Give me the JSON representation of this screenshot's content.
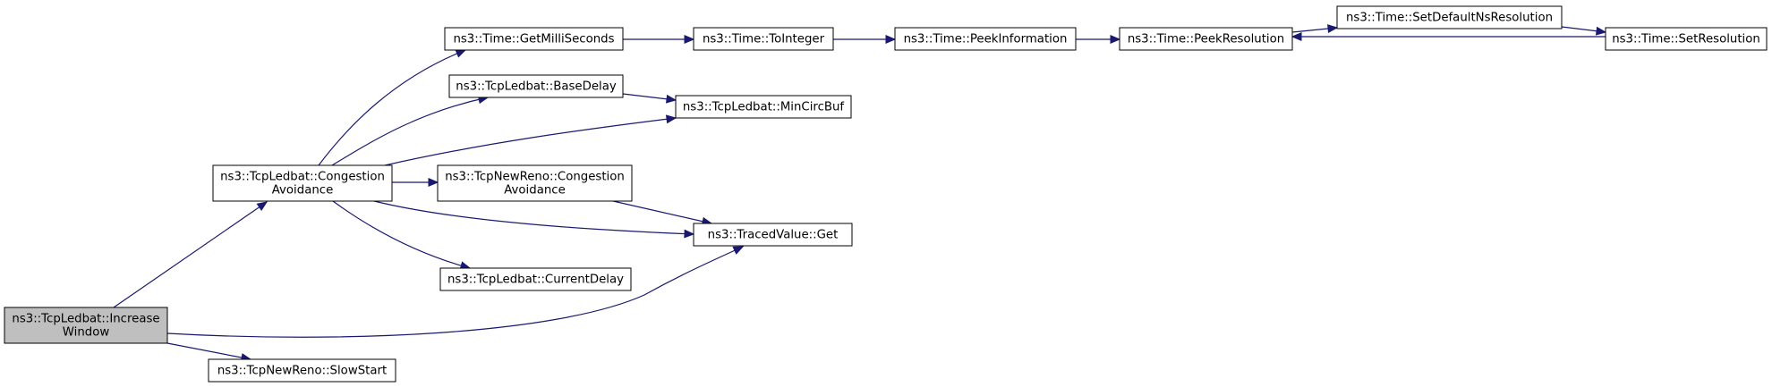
{
  "colors": {
    "edge": "#191970",
    "node_fill": "#ffffff",
    "focus_fill": "#bfbfbf",
    "node_border": "#000000"
  },
  "nodes": [
    {
      "id": "increase_window",
      "name": "tcpledbat-increase-window-node",
      "lines": [
        "ns3::TcpLedbat::Increase",
        "Window"
      ],
      "focus": true
    },
    {
      "id": "congestion_avoidance",
      "name": "tcpledbat-congestion-avoidance-node",
      "lines": [
        "ns3::TcpLedbat::Congestion",
        "Avoidance"
      ]
    },
    {
      "id": "slow_start",
      "name": "tcpnewreno-slow-start-node",
      "lines": [
        "ns3::TcpNewReno::SlowStart"
      ]
    },
    {
      "id": "get_milli_seconds",
      "name": "time-get-milli-seconds-node",
      "lines": [
        "ns3::Time::GetMilliSeconds"
      ]
    },
    {
      "id": "base_delay",
      "name": "tcpledbat-base-delay-node",
      "lines": [
        "ns3::TcpLedbat::BaseDelay"
      ]
    },
    {
      "id": "newreno_congestion_avoidance",
      "name": "tcpnewreno-congestion-avoidance-node",
      "lines": [
        "ns3::TcpNewReno::Congestion",
        "Avoidance"
      ]
    },
    {
      "id": "current_delay",
      "name": "tcpledbat-current-delay-node",
      "lines": [
        "ns3::TcpLedbat::CurrentDelay"
      ]
    },
    {
      "id": "to_integer",
      "name": "time-to-integer-node",
      "lines": [
        "ns3::Time::ToInteger"
      ]
    },
    {
      "id": "min_circ_buf",
      "name": "tcpledbat-min-circ-buf-node",
      "lines": [
        "ns3::TcpLedbat::MinCircBuf"
      ]
    },
    {
      "id": "traced_value_get",
      "name": "traced-value-get-node",
      "lines": [
        "ns3::TracedValue::Get"
      ]
    },
    {
      "id": "peek_information",
      "name": "time-peek-information-node",
      "lines": [
        "ns3::Time::PeekInformation"
      ]
    },
    {
      "id": "peek_resolution",
      "name": "time-peek-resolution-node",
      "lines": [
        "ns3::Time::PeekResolution"
      ]
    },
    {
      "id": "set_default_ns_resolution",
      "name": "time-set-default-ns-resolution-node",
      "lines": [
        "ns3::Time::SetDefaultNsResolution"
      ]
    },
    {
      "id": "set_resolution",
      "name": "time-set-resolution-node",
      "lines": [
        "ns3::Time::SetResolution"
      ]
    }
  ],
  "edges": [
    {
      "from": "increase_window",
      "to": "congestion_avoidance"
    },
    {
      "from": "increase_window",
      "to": "traced_value_get"
    },
    {
      "from": "increase_window",
      "to": "slow_start"
    },
    {
      "from": "congestion_avoidance",
      "to": "get_milli_seconds"
    },
    {
      "from": "congestion_avoidance",
      "to": "base_delay"
    },
    {
      "from": "congestion_avoidance",
      "to": "min_circ_buf"
    },
    {
      "from": "congestion_avoidance",
      "to": "newreno_congestion_avoidance"
    },
    {
      "from": "congestion_avoidance",
      "to": "traced_value_get"
    },
    {
      "from": "congestion_avoidance",
      "to": "current_delay"
    },
    {
      "from": "get_milli_seconds",
      "to": "to_integer"
    },
    {
      "from": "base_delay",
      "to": "min_circ_buf"
    },
    {
      "from": "newreno_congestion_avoidance",
      "to": "traced_value_get"
    },
    {
      "from": "to_integer",
      "to": "peek_information"
    },
    {
      "from": "peek_information",
      "to": "peek_resolution"
    },
    {
      "from": "peek_resolution",
      "to": "set_default_ns_resolution"
    },
    {
      "from": "set_default_ns_resolution",
      "to": "set_resolution"
    },
    {
      "from": "set_resolution",
      "to": "peek_resolution"
    }
  ]
}
